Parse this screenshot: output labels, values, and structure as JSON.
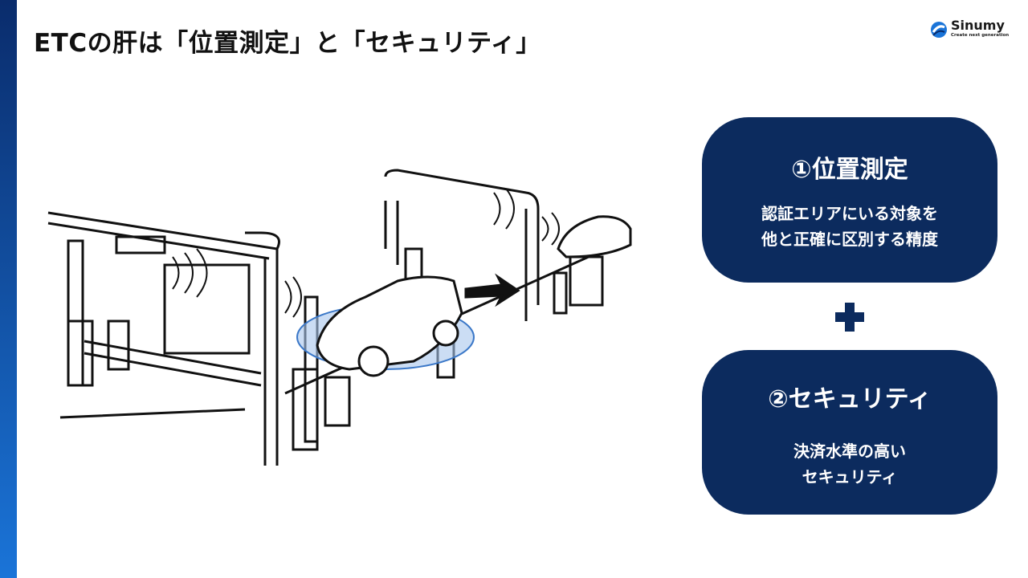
{
  "title": "ETCの肝は「位置測定」と「セキュリティ」",
  "logo": {
    "name": "Sinumy",
    "tagline": "Create next generation"
  },
  "cards": [
    {
      "heading": "①位置測定",
      "line1": "認証エリアにいる対象を",
      "line2": "他と正確に区別する精度"
    },
    {
      "heading": "②セキュリティ",
      "line1": "決済水準の高い",
      "line2": "セキュリティ"
    }
  ],
  "colors": {
    "navy": "#0c2b5e",
    "accent": "#1a74d8"
  }
}
